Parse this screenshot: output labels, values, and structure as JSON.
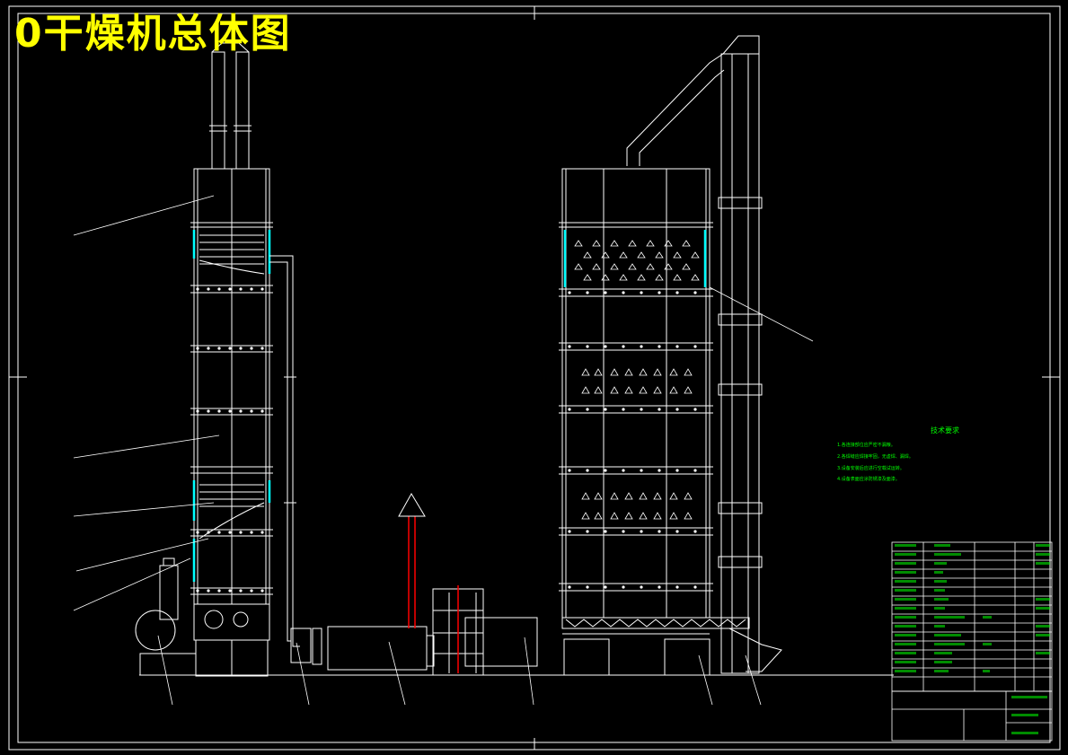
{
  "title": "0干燥机总体图",
  "tech_requirements": {
    "title": "技术要求",
    "notes": [
      "1.各连接部位应严密不漏粮。",
      "2.各焊缝应焊接牢固，无虚焊、漏焊。",
      "3.设备安装后应进行空载试运转。",
      "4.设备表面应涂防锈漆及面漆。"
    ]
  },
  "colors": {
    "background": "#000000",
    "lines": "#ffffff",
    "title": "#ffff00",
    "accent": "#00ffff",
    "notes": "#00ff00",
    "arrow": "#ff0000"
  }
}
